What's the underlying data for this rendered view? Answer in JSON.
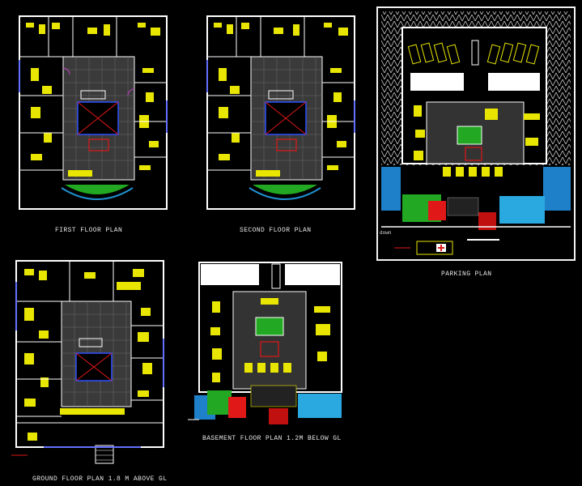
{
  "drawing": {
    "background": "#000000",
    "colors": {
      "wall": "#ffffff",
      "furniture": "#e8e600",
      "door": "#c040c0",
      "grid": "#8a8a8a",
      "green": "#22a822",
      "cyan": "#2090d0",
      "red": "#e01818",
      "blue": "#3040ff"
    }
  },
  "captions": {
    "first_floor": "FIRST FLOOR PLAN",
    "second_floor": "SECOND FLOOR PLAN",
    "parking": "PARKING PLAN",
    "ground_floor": "GROUND FLOOR PLAN 1.8 M ABOVE GL",
    "basement": "BASEMENT FLOOR PLAN 1.2M BELOW GL"
  },
  "labels": {
    "down": "down"
  }
}
